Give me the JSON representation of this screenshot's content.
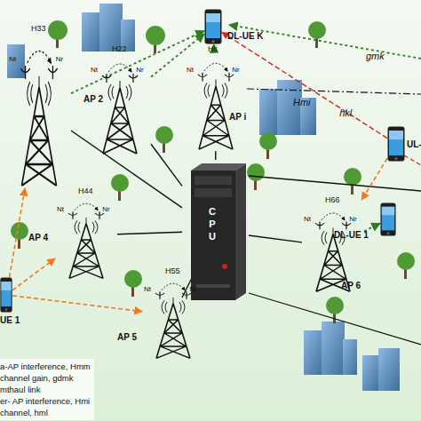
{
  "diagram": {
    "nodes": [
      {
        "text": [
          "DL-UE K"
        ]
      },
      {
        "text": [
          "H33"
        ]
      },
      {
        "text": [
          "H22",
          "AP 2"
        ]
      },
      {
        "text": [
          "Hii",
          "AP i"
        ]
      },
      {
        "text": [
          "UL-"
        ]
      },
      {
        "text": [
          "H44",
          "AP 4"
        ]
      },
      {
        "text": [
          "CPU"
        ]
      },
      {
        "text": [
          "DL-UE 1"
        ]
      },
      {
        "text": [
          "H66",
          "AP 6"
        ]
      },
      {
        "text": [
          "UE 1"
        ]
      },
      {
        "text": [
          "H55",
          "AP 5"
        ]
      }
    ],
    "edges": [
      {
        "from": 6,
        "to": 1,
        "arrow": "none"
      },
      {
        "from": 6,
        "to": 2,
        "arrow": "none"
      },
      {
        "from": 6,
        "to": 3,
        "arrow": "none"
      },
      {
        "from": 6,
        "to": 5,
        "arrow": "none"
      },
      {
        "from": 6,
        "to": 10,
        "arrow": "none"
      },
      {
        "from": 6,
        "to": 8,
        "arrow": "none"
      },
      {
        "from": 1,
        "to": 0,
        "arrow": "to"
      },
      {
        "from": 2,
        "to": 0,
        "arrow": "to"
      },
      {
        "from": 3,
        "to": 0,
        "arrow": "to"
      },
      {
        "from": 4,
        "to": 0,
        "label": "hkl",
        "arrow": "to"
      },
      {
        "from": 9,
        "to": 1,
        "arrow": "to"
      },
      {
        "from": 9,
        "to": 5,
        "arrow": "to"
      },
      {
        "from": 9,
        "to": 10,
        "arrow": "to"
      },
      {
        "from": 4,
        "to": 8,
        "arrow": "to"
      },
      {
        "from": 8,
        "to": 7,
        "arrow": "to"
      }
    ],
    "labels": [
      "Nt",
      "Nr",
      "Nt",
      "Nr",
      "Nt",
      "Nr",
      "Nt",
      "Nr",
      "Nt",
      "Nr",
      "Nt",
      "Nr",
      "gmk",
      "Hmi"
    ],
    "legend": [
      {
        "text": "a-AP interference, Hmm"
      },
      {
        "text": "channel gain, gdmk"
      },
      {
        "text": "mthaul link"
      },
      {
        "text": "er- AP interference, Hmi"
      },
      {
        "text": "channel, hml"
      }
    ]
  }
}
